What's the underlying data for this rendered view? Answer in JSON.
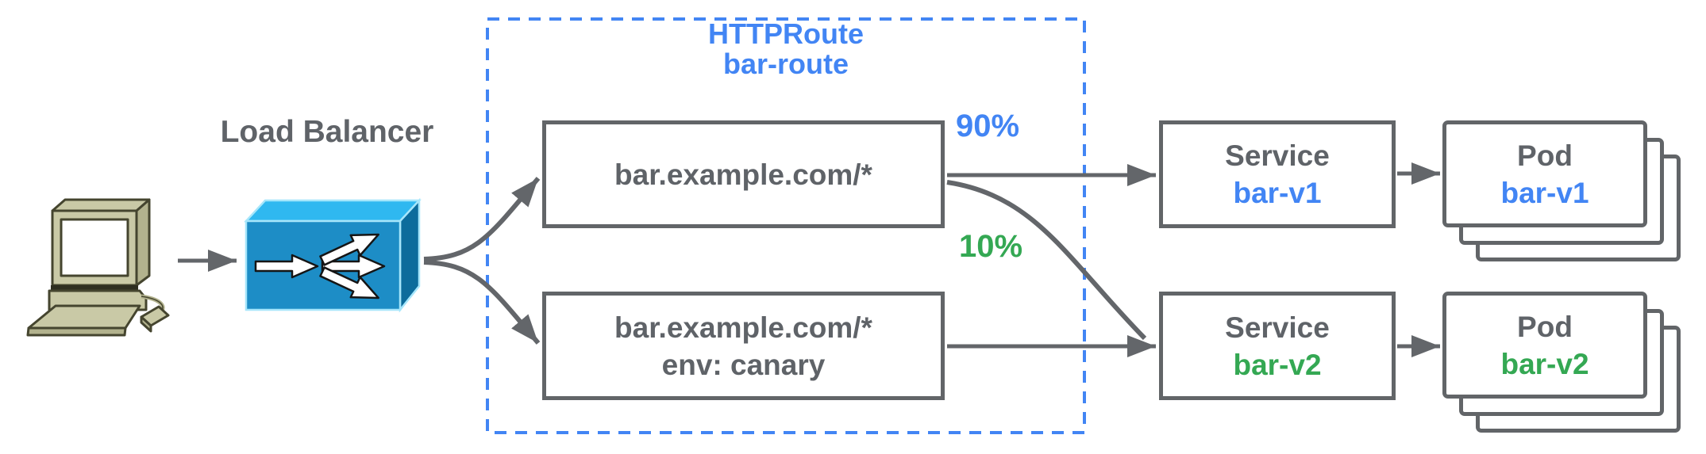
{
  "client": {
    "icon": "desktop-computer-icon"
  },
  "load_balancer": {
    "label": "Load Balancer",
    "icon": "load-balancer-icon"
  },
  "httproute": {
    "name_line1": "HTTPRoute",
    "name_line2": "bar-route",
    "rules": [
      {
        "lines": [
          "bar.example.com/*"
        ]
      },
      {
        "lines": [
          "bar.example.com/*",
          "env: canary"
        ]
      }
    ],
    "weights": [
      {
        "value": "90%",
        "color": "#4285f4"
      },
      {
        "value": "10%",
        "color": "#34a853"
      }
    ]
  },
  "services": [
    {
      "kind": "Service",
      "name": "bar-v1",
      "color": "#4285f4"
    },
    {
      "kind": "Service",
      "name": "bar-v2",
      "color": "#34a853"
    }
  ],
  "pods": [
    {
      "kind": "Pod",
      "name": "bar-v1",
      "color": "#4285f4"
    },
    {
      "kind": "Pod",
      "name": "bar-v2",
      "color": "#34a853"
    }
  ],
  "colors": {
    "accent_blue": "#4285f4",
    "accent_green": "#34a853",
    "text_gray": "#5f6368",
    "stroke_gray": "#63666a",
    "lb_front": "#1d8dc6",
    "lb_top": "#2fb8f0",
    "lb_side": "#0c6c9c"
  }
}
